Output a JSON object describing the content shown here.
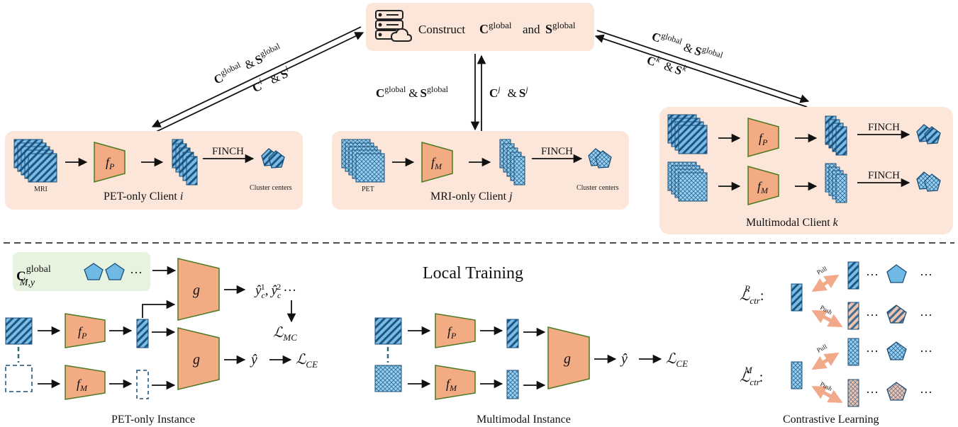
{
  "server": {
    "label": "Construct"
  },
  "top_arrows": {
    "left_down": {
      "C": "C",
      "S": "S",
      "sup": "global",
      "amp": "&"
    },
    "left_up": {
      "C": "C",
      "S": "S",
      "sup": "i",
      "amp": "&"
    },
    "middle_down": {
      "C": "C",
      "S": "S",
      "sup": "global",
      "amp": "&"
    },
    "middle_up": {
      "C": "C",
      "S": "S",
      "sup": "j",
      "amp": "&"
    },
    "right_down": {
      "C": "C",
      "S": "S",
      "sup": "global",
      "amp": "&"
    },
    "right_up": {
      "C": "C",
      "S": "S",
      "sup": "k",
      "amp": "&"
    }
  },
  "clients": {
    "pet_only": {
      "title": "PET-only Client",
      "var": "i",
      "input_label": "MRI",
      "encoder": "f",
      "encoder_sub": "P",
      "finch": "FINCH",
      "centers": "Cluster centers"
    },
    "mri_only": {
      "title": "MRI-only Client",
      "var": "j",
      "input_label": "PET",
      "encoder": "f",
      "encoder_sub": "M",
      "finch": "FINCH",
      "centers": "Cluster centers"
    },
    "multimodal": {
      "title": "Multimodal Client",
      "var": "k",
      "encoder_p": "f",
      "sub_p": "P",
      "encoder_m": "f",
      "sub_m": "M",
      "finch": "FINCH"
    }
  },
  "local_training": {
    "title": "Local Training",
    "global_proto": {
      "C": "C",
      "sup": "global",
      "sub": "M,y",
      "dots": "···"
    },
    "pet_instance": {
      "caption": "PET-only Instance",
      "g": "g",
      "fP": "f",
      "subP": "P",
      "fM": "f",
      "subM": "M",
      "yc": "ŷ",
      "c": "c",
      "sup1": "1",
      "sup2": "2",
      "dots": "···",
      "comma": ",",
      "LMC": "ℒ",
      "MC": "MC",
      "yhat": "ŷ",
      "LCE": "ℒ",
      "CE": "CE"
    },
    "multimodal_instance": {
      "caption": "Multimodal Instance",
      "g": "g",
      "fP": "f",
      "subP": "P",
      "fM": "f",
      "subM": "M",
      "yhat": "ŷ",
      "LCE": "ℒ",
      "CE": "CE"
    },
    "contrastive": {
      "caption": "Contrastive Learning",
      "L": "ℒ",
      "ctr": "ctr",
      "supP": "P",
      "supM": "M",
      "colon": ":",
      "pull": "Pull",
      "push": "Push",
      "dots": "···"
    }
  },
  "colors": {
    "panel": "#fbe6d9",
    "panel_green": "#e7f3df",
    "encoder": "#f3ab84",
    "encoder_stroke": "#4a7a22",
    "blue": "#6fb2dd",
    "blue_dark": "#1b4e78",
    "proto_fill": "#7ec6ec",
    "pink_fill": "#f2b8a0"
  },
  "icons": [
    "server-cloud-icon",
    "pentagon-prototype-icon",
    "striped-feature-stack-icon",
    "crosshatch-feature-stack-icon"
  ]
}
